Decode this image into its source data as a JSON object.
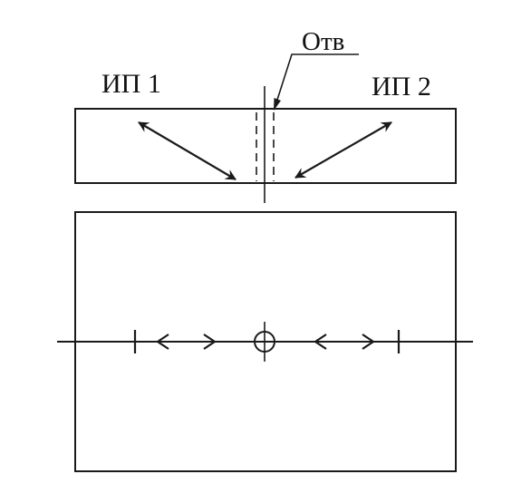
{
  "labels": {
    "probe_1": "ИП 1",
    "probe_2": "ИП 2",
    "hole": "Отв"
  },
  "colors": {
    "ink": "#1a1a1a",
    "background": "#ffffff"
  }
}
